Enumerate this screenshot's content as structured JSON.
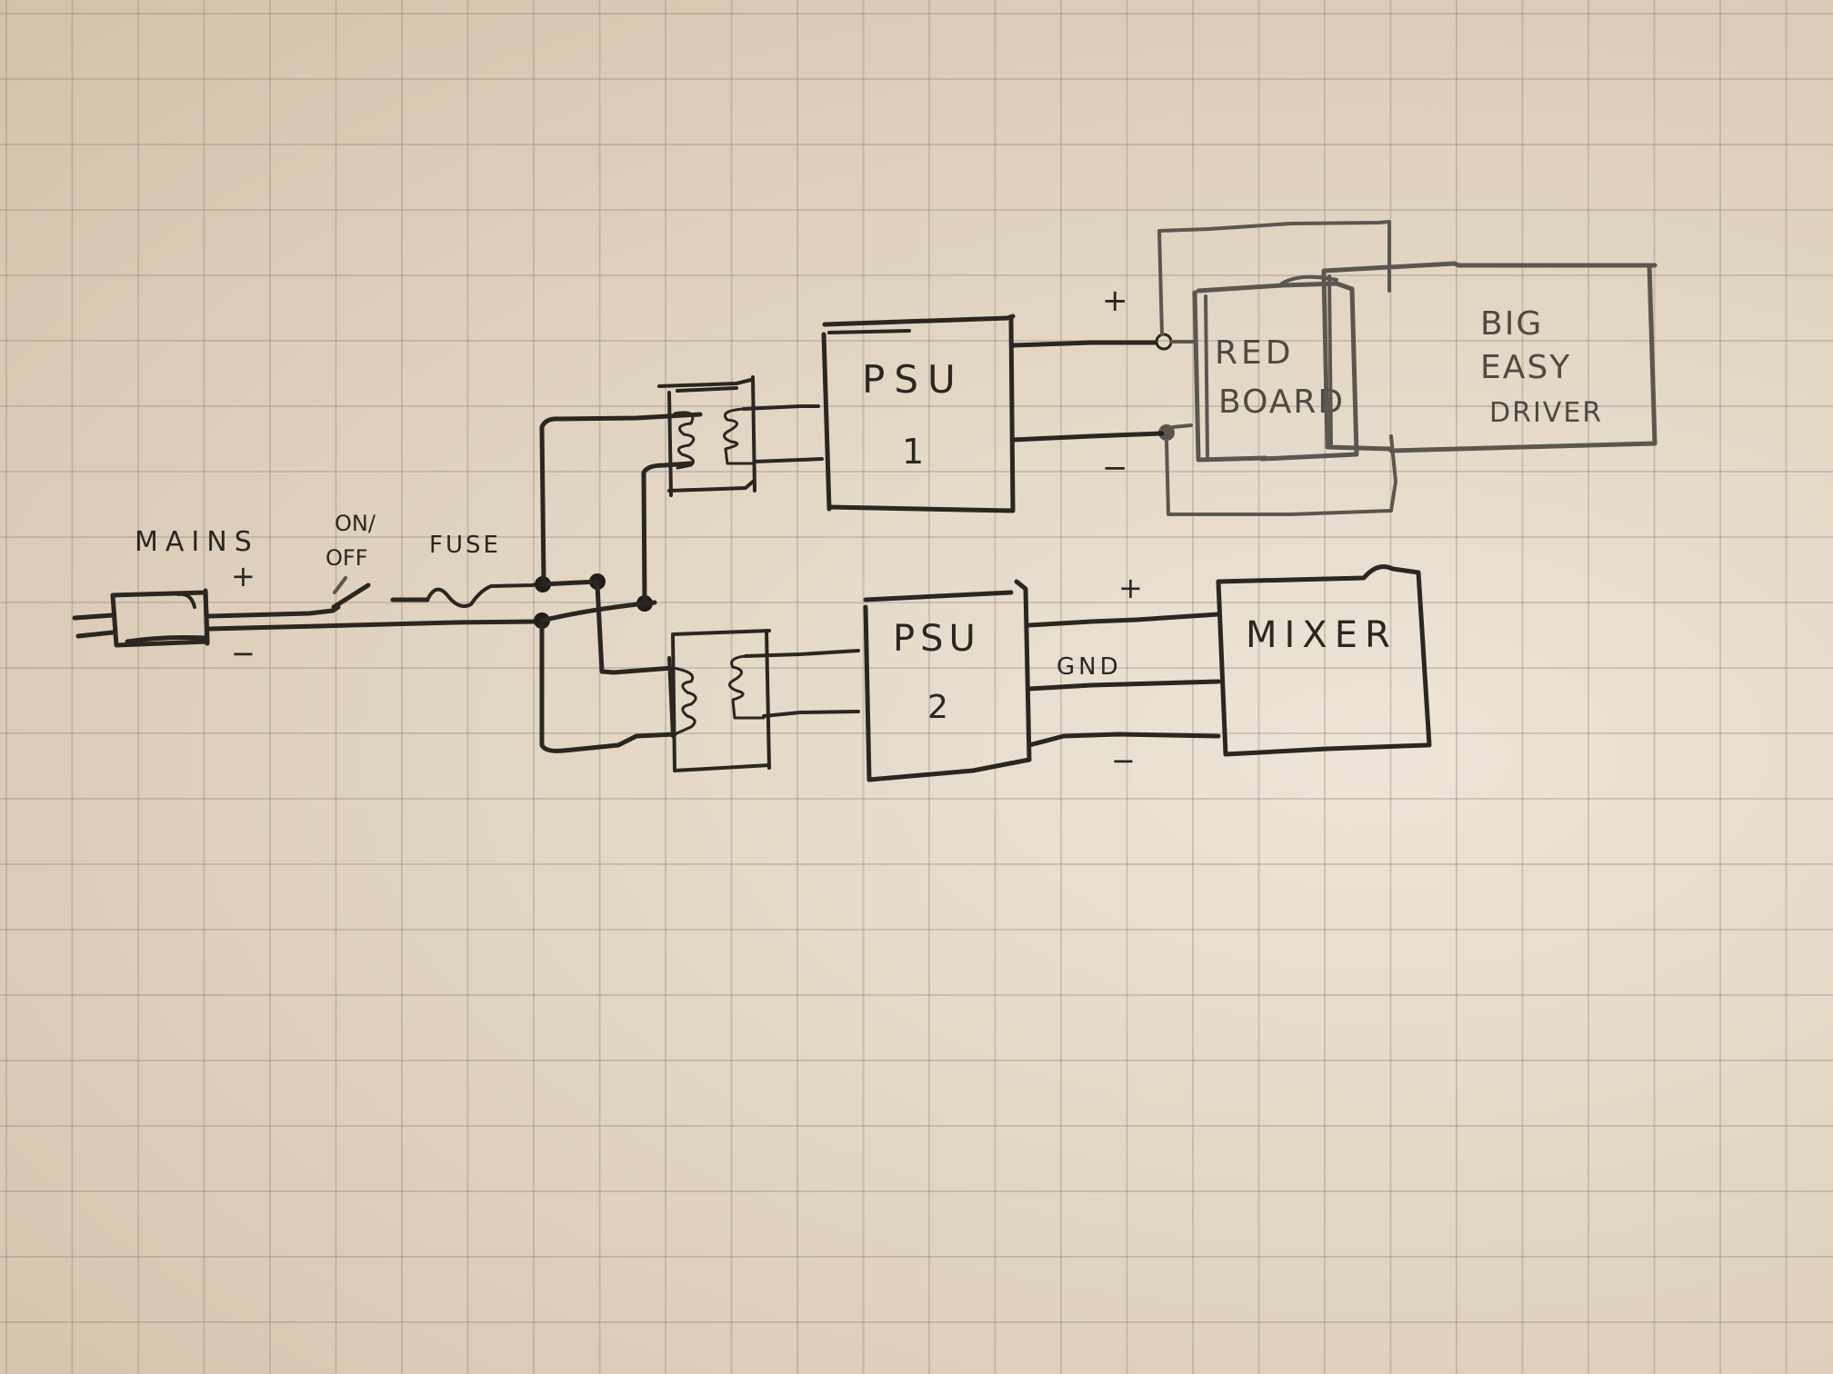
{
  "diagram": {
    "type": "hand-drawn wiring schematic on grid paper",
    "labels": {
      "mains": "MAINS",
      "mains_plus": "+",
      "mains_minus": "−",
      "switch": "ON/",
      "switch_line2": "OFF",
      "fuse": "FUSE",
      "psu1_line1": "PSU",
      "psu1_line2": "1",
      "psu2_line1": "PSU",
      "psu2_line2": "2",
      "psu1_plus": "+",
      "psu1_minus": "−",
      "psu2_plus": "+",
      "psu2_gnd": "GND",
      "psu2_minus": "−",
      "redboard_line1": "RED",
      "redboard_line2": "BOARD",
      "bed_line1": "BIG",
      "bed_line2": "EASY",
      "bed_line3": "DRIVER",
      "mixer": "MIXER"
    },
    "components": [
      {
        "id": "mains-plug",
        "label": "MAINS"
      },
      {
        "id": "switch",
        "label": "ON/OFF"
      },
      {
        "id": "fuse",
        "label": "FUSE"
      },
      {
        "id": "transformer-1",
        "label": ""
      },
      {
        "id": "transformer-2",
        "label": ""
      },
      {
        "id": "psu-1",
        "label": "PSU 1"
      },
      {
        "id": "psu-2",
        "label": "PSU 2"
      },
      {
        "id": "red-board",
        "label": "RED BOARD"
      },
      {
        "id": "big-easy-driver",
        "label": "BIG EASY DRIVER"
      },
      {
        "id": "mixer",
        "label": "MIXER"
      }
    ],
    "connections": [
      {
        "from": "mains-plug +",
        "to": "switch"
      },
      {
        "from": "switch",
        "to": "fuse"
      },
      {
        "from": "fuse",
        "to": "transformer-1 primary"
      },
      {
        "from": "fuse",
        "to": "transformer-2 primary"
      },
      {
        "from": "mains-plug −",
        "to": "transformer-1 primary"
      },
      {
        "from": "mains-plug −",
        "to": "transformer-2 primary"
      },
      {
        "from": "transformer-1 secondary",
        "to": "psu-1"
      },
      {
        "from": "transformer-2 secondary",
        "to": "psu-2"
      },
      {
        "from": "psu-1 +",
        "to": "red-board"
      },
      {
        "from": "psu-1 −",
        "to": "red-board"
      },
      {
        "from": "psu-1 +",
        "to": "big-easy-driver"
      },
      {
        "from": "psu-1 −",
        "to": "big-easy-driver"
      },
      {
        "from": "psu-2 +",
        "to": "mixer"
      },
      {
        "from": "psu-2 GND",
        "to": "mixer"
      },
      {
        "from": "psu-2 −",
        "to": "mixer"
      }
    ]
  }
}
